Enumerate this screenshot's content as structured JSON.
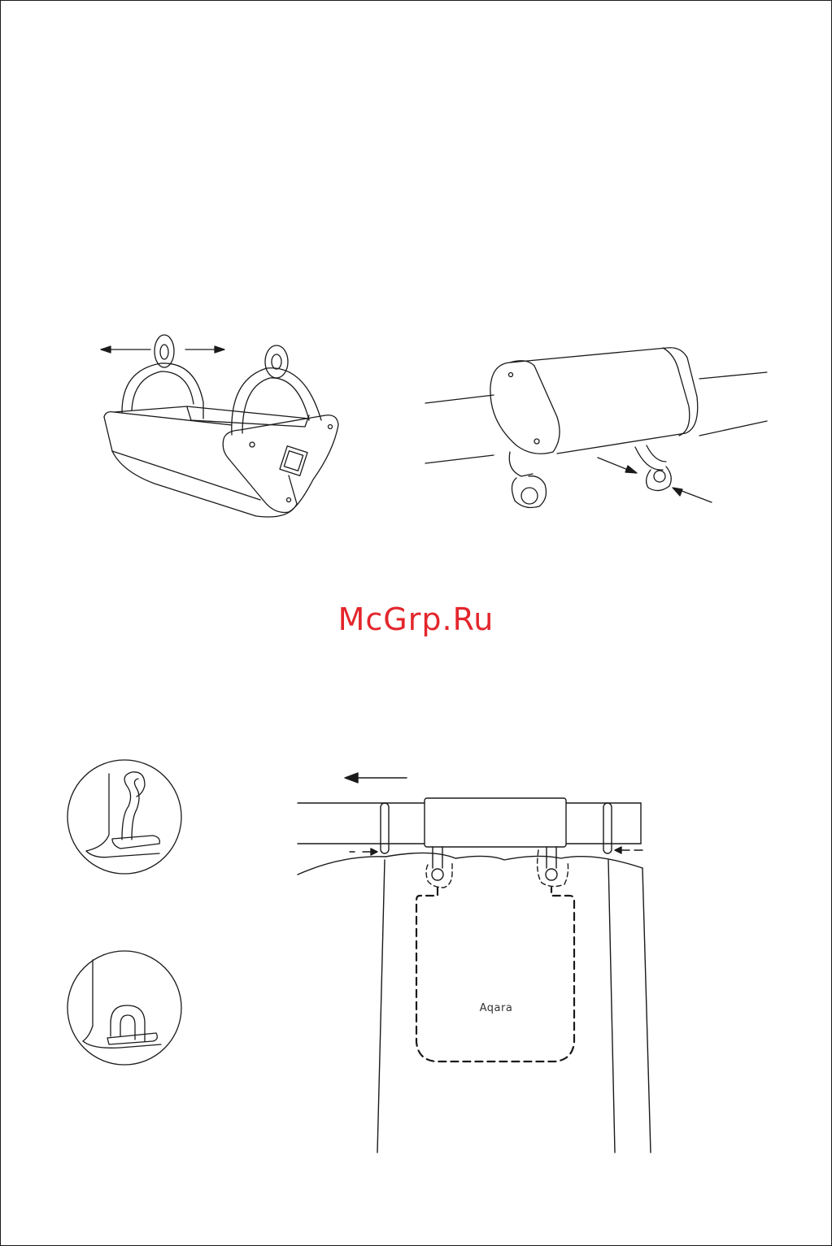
{
  "watermark": {
    "text": "McGrp.Ru",
    "color": "#e3262c"
  },
  "device": {
    "brand_label": "Aqara"
  },
  "figures": [
    {
      "name": "motor-hooks-open",
      "icon": "curtain-motor-open-icon"
    },
    {
      "name": "motor-on-rod",
      "icon": "curtain-motor-mounted-icon"
    },
    {
      "name": "hook-open-detail",
      "icon": "hook-open-icon"
    },
    {
      "name": "hook-closed-detail",
      "icon": "hook-closed-icon"
    },
    {
      "name": "curtain-installation",
      "icon": "curtain-install-icon"
    }
  ]
}
